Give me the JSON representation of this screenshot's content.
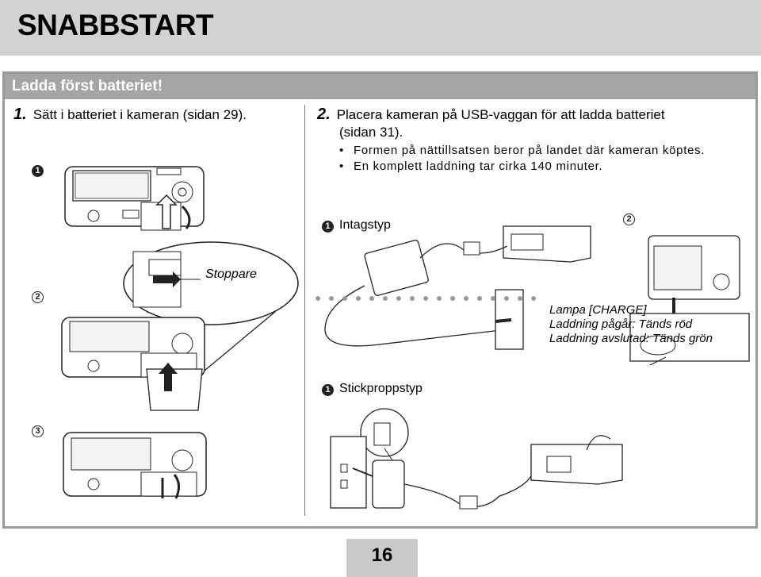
{
  "page": {
    "title": "SNABBSTART",
    "page_number": "16"
  },
  "section": {
    "header": "Ladda först batteriet!"
  },
  "step1": {
    "number": "1.",
    "text": "Sätt i batteriet i kameran (sidan 29).",
    "callouts": [
      "1",
      "2",
      "3"
    ],
    "stopper_label": "Stoppare"
  },
  "step2": {
    "number": "2.",
    "text_line1": "Placera kameran på USB-vaggan för att ladda batteriet",
    "text_line2": "(sidan 31).",
    "bullets": [
      "Formen på nättillsatsen beror på landet där kameran köptes.",
      "En komplett laddning tar cirka 140 minuter."
    ],
    "intake_label": "Intagstyp",
    "intake_num": "1",
    "camera_num": "2",
    "plug_label": "Stickproppstyp",
    "plug_num": "1",
    "lamp_label": "Lampa [CHARGE]",
    "charging_text": "Laddning pågår: Tänds röd",
    "charged_text": "Laddning avslutad: Tänds grön"
  },
  "colors": {
    "title_bg": "#d2d2d2",
    "section_bg": "#a5a5a5",
    "border": "#9a9a9a"
  }
}
